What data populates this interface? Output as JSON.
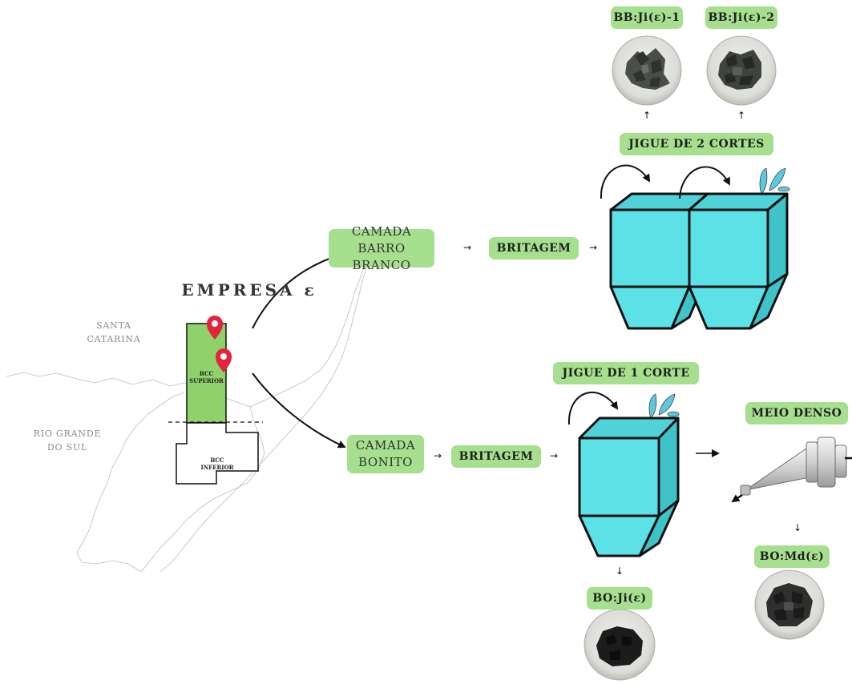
{
  "company": "EMPRESA ε",
  "map": {
    "state_upper": [
      "SANTA",
      "CATARINA"
    ],
    "state_lower": [
      "RIO GRANDE",
      "DO SUL"
    ],
    "bcc_superior": [
      "BCC",
      "SUPERIOR"
    ],
    "bcc_inferior": [
      "BCC",
      "INFERIOR"
    ]
  },
  "top_route": {
    "layer": [
      "CAMADA BARRO",
      "BRANCO"
    ],
    "crushing": "BRITAGEM",
    "jig_title": "JIGUE DE 2 CORTES",
    "products": [
      "BB:Ji(ε)-1",
      "BB:Ji(ε)-2"
    ]
  },
  "bottom_route": {
    "layer": [
      "CAMADA",
      "BONITO"
    ],
    "crushing": "BRITAGEM",
    "jig_title": "JIGUE DE 1 CORTE",
    "jig_product": "BO:Ji(ε)",
    "dense_title": "MEIO DENSO",
    "dense_product": "BO:Md(ε)"
  },
  "colors": {
    "pill": "#a6df8e",
    "jig_tank": "#5ce1e6",
    "map_block": "#8fd16b",
    "pin": "#e5233d",
    "water": "#5fc8dc"
  }
}
